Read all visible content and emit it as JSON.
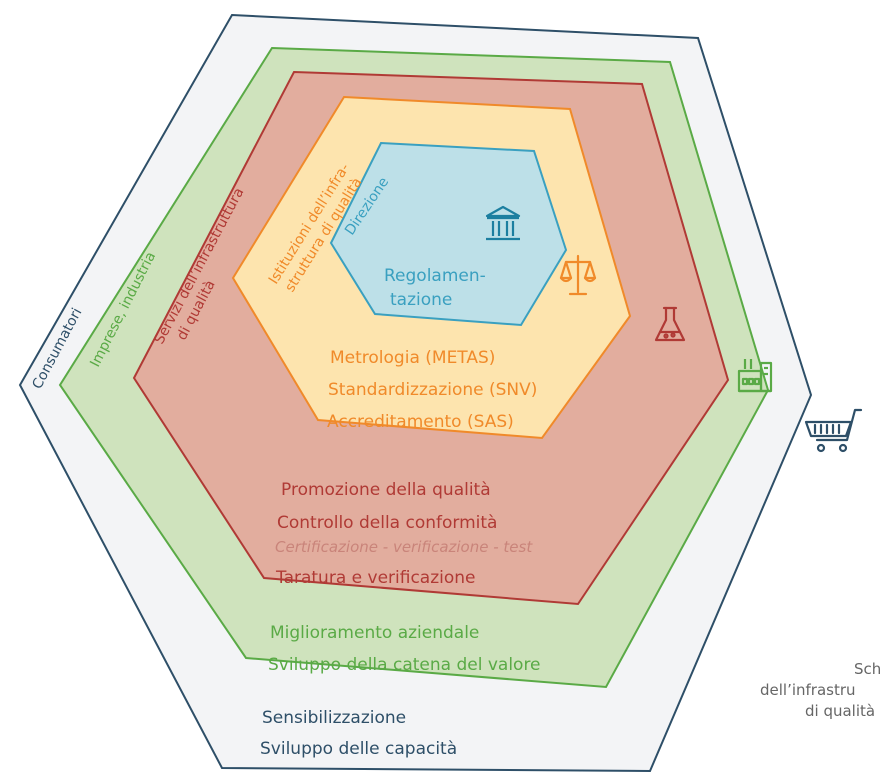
{
  "layers": {
    "consumers": {
      "title": "Consumatori",
      "items": [
        "Sensibilizzazione",
        "Sviluppo delle capacità"
      ],
      "icon": "shopping-cart-icon",
      "color": "#2e4f68",
      "fill": "#f3f4f6"
    },
    "business": {
      "title": "Imprese, industria",
      "items": [
        "Miglioramento aziendale",
        "Sviluppo della catena del valore"
      ],
      "icon": "factory-icon",
      "color": "#5aaa46",
      "fill": "#cfe3bd"
    },
    "services": {
      "title_line1": "Servizi dell’infrastruttura",
      "title_line2": "di qualità",
      "items": [
        "Promozione della qualità",
        "Controllo della conformità"
      ],
      "subitem": "Certificazione - verificazione - test",
      "last_item": "Taratura e verificazione",
      "icon": "flask-icon",
      "color": "#b03a35",
      "fill": "#e2ad9e"
    },
    "institutions": {
      "title_line1": "Istituzioni dell’infra-",
      "title_line2": "struttura di qualità",
      "items": [
        "Metrologia (METAS)",
        "Standardizzazione (SNV)",
        "Accreditamento (SAS)"
      ],
      "icon": "scales-icon",
      "color": "#f08a2a",
      "fill": "#fde4ae"
    },
    "direction": {
      "title": "Direzione",
      "line1": "Regolamen-",
      "line2": "tazione",
      "icon": "government-building-icon",
      "color": "#3aa0c0",
      "fill": "#bde0e8"
    }
  },
  "caption": {
    "line1": "Sch",
    "line2": "dell’infrastru",
    "line3": "di qualità"
  }
}
